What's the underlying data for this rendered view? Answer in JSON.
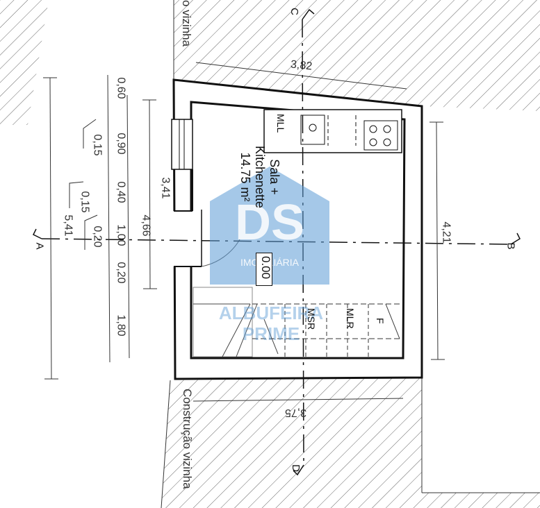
{
  "room": {
    "name_line1": "Sala +",
    "name_line2": "Kitchenette",
    "area": "14.75 m²",
    "level": "0.00"
  },
  "fixtures": {
    "sink_label": "MLL",
    "dryer_label": "MSR",
    "washer_label": "MLR",
    "fridge_label": "F"
  },
  "neighbors": {
    "top": "o vizinha",
    "bottom": "Construção vizinha"
  },
  "sections": {
    "top": "C",
    "bottom": "D",
    "left": "A",
    "right": "B"
  },
  "dimensions": {
    "top_width": "3,82",
    "bottom_width": "3,75",
    "right_height": "4,21",
    "overall_left": "5,41",
    "left_inner": "4,66",
    "left_upper": "3,41",
    "chain_1": "0,60",
    "chain_2": "0,90",
    "chain_3": "0,40",
    "chain_4": "1,00",
    "chain_5": "0,20",
    "chain_6": "1,80",
    "aside_1": "0,15",
    "aside_2": "0,15",
    "aside_3": "0,20"
  },
  "watermark": {
    "logo": "DS",
    "tagline": "IMOBILIÁRIA",
    "brand_line1": "ALBUFEIRA",
    "brand_line2": "PRIME",
    "color": "#5b9bd5"
  },
  "colors": {
    "wall": "#111111",
    "hatch": "#555555",
    "text": "#111111"
  }
}
